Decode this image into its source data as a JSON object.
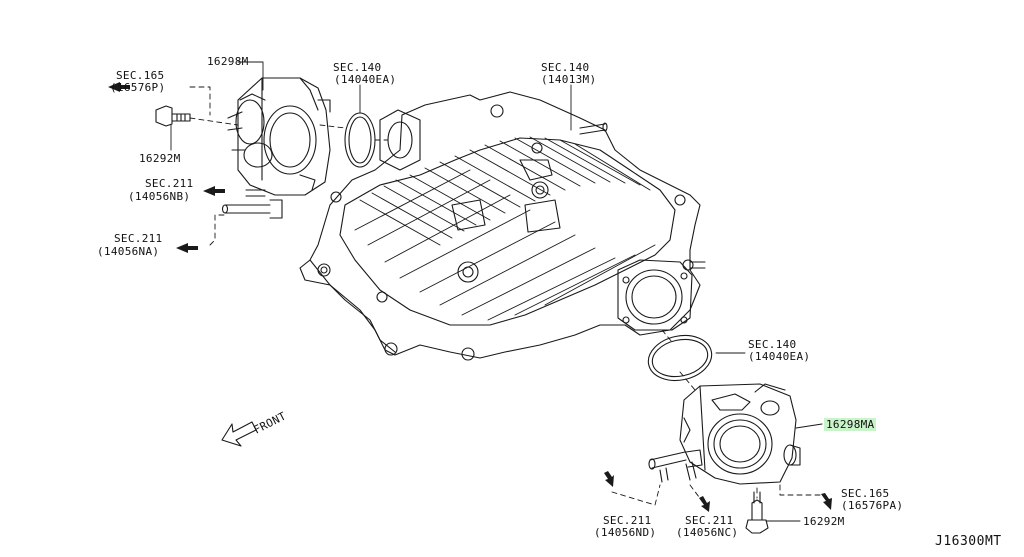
{
  "labels": {
    "sec165_top_a": "SEC.165",
    "sec165_top_b": "(16576P)",
    "part_16298M": "16298M",
    "part_16292M_top": "16292M",
    "sec211_nb_a": "SEC.211",
    "sec211_nb_b": "(14056NB)",
    "sec211_na_a": "SEC.211",
    "sec211_na_b": "(14056NA)",
    "sec140_left_a": "SEC.140",
    "sec140_left_b": "(14040EA)",
    "sec140_top_a": "SEC.140",
    "sec140_top_b": "(14013M)",
    "sec140_right_a": "SEC.140",
    "sec140_right_b": "(14040EA)",
    "part_16298MA": "16298MA",
    "sec165_bot_a": "SEC.165",
    "sec165_bot_b": "(16576PA)",
    "part_16292M_bot": "16292M",
    "sec211_nd_a": "SEC.211",
    "sec211_nd_b": "(14056ND)",
    "sec211_nc_a": "SEC.211",
    "sec211_nc_b": "(14056NC)",
    "front": "FRONT",
    "diagram_code": "J16300MT"
  },
  "colors": {
    "line": "#1a1a1a",
    "highlight": "#c9f3c9"
  }
}
